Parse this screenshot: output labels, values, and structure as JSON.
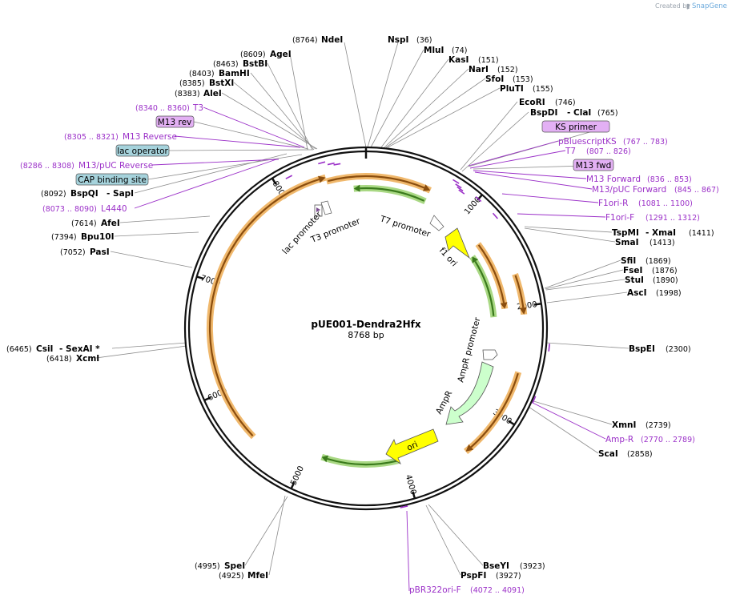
{
  "credit": {
    "prefix": "Created by",
    "brand": "SnapGene"
  },
  "plasmid": {
    "name": "pUE001-Dendra2Hfx",
    "size_label": "8768 bp"
  },
  "ticks": [
    "1000",
    "2000",
    "3000",
    "4000",
    "5000",
    "6000",
    "7000",
    "8000"
  ],
  "enzymes": {
    "NdeI": {
      "pos": "(8764)",
      "name": "NdeI"
    },
    "NspI": {
      "pos": "(36)",
      "name": "NspI"
    },
    "MluI": {
      "pos": "(74)",
      "name": "MluI"
    },
    "KasI": {
      "pos": "(151)",
      "name": "KasI"
    },
    "NarI": {
      "pos": "(152)",
      "name": "NarI"
    },
    "SfoI": {
      "pos": "(153)",
      "name": "SfoI"
    },
    "PluTI": {
      "pos": "(155)",
      "name": "PluTI"
    },
    "EcoRI": {
      "pos": "(746)",
      "name": "EcoRI"
    },
    "BspDI": {
      "pos": "(765)",
      "name": "BspDI",
      "alt": "- ClaI"
    },
    "TspMI": {
      "pos": "(1411)",
      "name": "TspMI",
      "alt": "- XmaI"
    },
    "SmaI": {
      "pos": "(1413)",
      "name": "SmaI"
    },
    "SfiI": {
      "pos": "(1869)",
      "name": "SfiI"
    },
    "FseI": {
      "pos": "(1876)",
      "name": "FseI"
    },
    "StuI": {
      "pos": "(1890)",
      "name": "StuI"
    },
    "AscI": {
      "pos": "(1998)",
      "name": "AscI"
    },
    "BspEI": {
      "pos": "(2300)",
      "name": "BspEI"
    },
    "XmnI": {
      "pos": "(2739)",
      "name": "XmnI"
    },
    "ScaI": {
      "pos": "(2858)",
      "name": "ScaI"
    },
    "BseYI": {
      "pos": "(3923)",
      "name": "BseYI"
    },
    "PspFI": {
      "pos": "(3927)",
      "name": "PspFI"
    },
    "SpeI": {
      "pos": "(4995)",
      "name": "SpeI"
    },
    "MfeI": {
      "pos": "(4925)",
      "name": "MfeI"
    },
    "CsiI": {
      "pos": "(6465)",
      "name": "CsiI",
      "alt": "- SexAI *"
    },
    "XcmI": {
      "pos": "(6418)",
      "name": "XcmI"
    },
    "PasI": {
      "pos": "(7052)",
      "name": "PasI"
    },
    "Bpu10I": {
      "pos": "(7394)",
      "name": "Bpu10I"
    },
    "AfeI": {
      "pos": "(7614)",
      "name": "AfeI"
    },
    "BspQI": {
      "pos": "(8092)",
      "name": "BspQI",
      "alt": "- SapI"
    },
    "AleI": {
      "pos": "(8383)",
      "name": "AleI"
    },
    "BstXI": {
      "pos": "(8385)",
      "name": "BstXI"
    },
    "BamHI": {
      "pos": "(8403)",
      "name": "BamHI"
    },
    "BstBI": {
      "pos": "(8463)",
      "name": "BstBI"
    },
    "AgeI": {
      "pos": "(8609)",
      "name": "AgeI"
    }
  },
  "primers": {
    "pBluescriptKS": {
      "name": "pBluescriptKS",
      "pos": "(767 .. 783)"
    },
    "T7": {
      "name": "T7",
      "pos": "(807 .. 826)"
    },
    "M13Forward": {
      "name": "M13 Forward",
      "pos": "(836 .. 853)"
    },
    "M13pUCForward": {
      "name": "M13/pUC Forward",
      "pos": "(845 .. 867)"
    },
    "F1oriR": {
      "name": "F1ori-R",
      "pos": "(1081 .. 1100)"
    },
    "F1oriF": {
      "name": "F1ori-F",
      "pos": "(1291 .. 1312)"
    },
    "AmpR": {
      "name": "Amp-R",
      "pos": "(2770 .. 2789)"
    },
    "pBR322oriF": {
      "name": "pBR322ori-F",
      "pos": "(4072 .. 4091)"
    },
    "L4440": {
      "name": "L4440",
      "pos": "(8073 .. 8090)"
    },
    "M13pUCReverse": {
      "name": "M13/pUC Reverse",
      "pos": "(8286 .. 8308)"
    },
    "M13Reverse": {
      "name": "M13 Reverse",
      "pos": "(8305 .. 8321)"
    },
    "T3": {
      "name": "T3",
      "pos": "(8340 .. 8360)"
    }
  },
  "boxes": {
    "KSprimer": "KS primer",
    "M13fwd": "M13 fwd",
    "M13rev": "M13 rev",
    "lacOperator": "lac operator",
    "CAPsite": "CAP binding site"
  },
  "features": {
    "T7promoter": "T7 promoter",
    "f1ori": "f1 ori",
    "AmpRpromoter": "AmpR promoter",
    "AmpR": "AmpR",
    "ori": "ori",
    "lacPromoter": "lac promoter",
    "T3promoter": "T3 promoter"
  },
  "colors": {
    "backbone": "#111111",
    "orange": "#f0b86c",
    "orangeArrow": "#8a4d0e",
    "green": "#a9d884",
    "greenArrow": "#3a7a1c",
    "yellow": "#ffff00",
    "amp": "#ccffcc",
    "primer": "#9b30c8",
    "boxPurple": "#e3b0f4",
    "boxTeal": "#a6d3dc"
  }
}
